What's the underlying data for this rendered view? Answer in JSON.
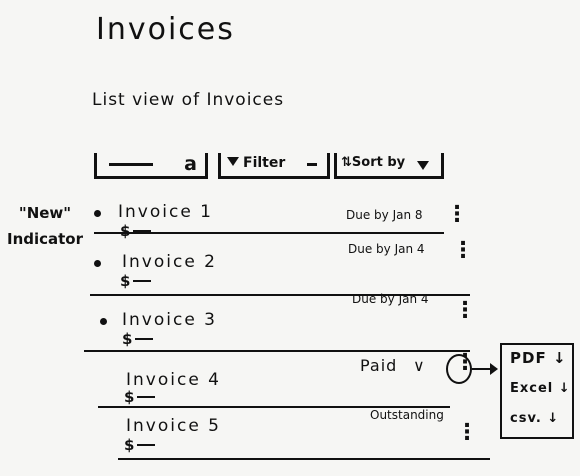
{
  "page": {
    "title": "Invoices",
    "subtitle": "List view of Invoices"
  },
  "toolbar": {
    "search_icon": "search-icon",
    "filter_label": "Filter",
    "filter_icon": "filter-icon",
    "sort_label": "Sort by",
    "sort_icon": "sort-icon"
  },
  "annotation": {
    "line1": "\"New\"",
    "line2": "Indicator"
  },
  "invoices": [
    {
      "name": "Invoice 1",
      "amount": "$",
      "status": "Due by Jan 8",
      "new": true
    },
    {
      "name": "Invoice 2",
      "amount": "$",
      "status": "Due by Jan 4",
      "new": true
    },
    {
      "name": "Invoice 3",
      "amount": "$",
      "status": "Due by Jan 4",
      "new": true
    },
    {
      "name": "Invoice 4",
      "amount": "$",
      "status": "Paid",
      "new": false
    },
    {
      "name": "Invoice 5",
      "amount": "$",
      "status": "Outstanding",
      "new": false
    }
  ],
  "paid_dropdown_icon": "chevron-down-icon",
  "export_menu": {
    "items": [
      "PDF",
      "Excel",
      "csv."
    ],
    "item_icon": "download-arrow-icon"
  }
}
